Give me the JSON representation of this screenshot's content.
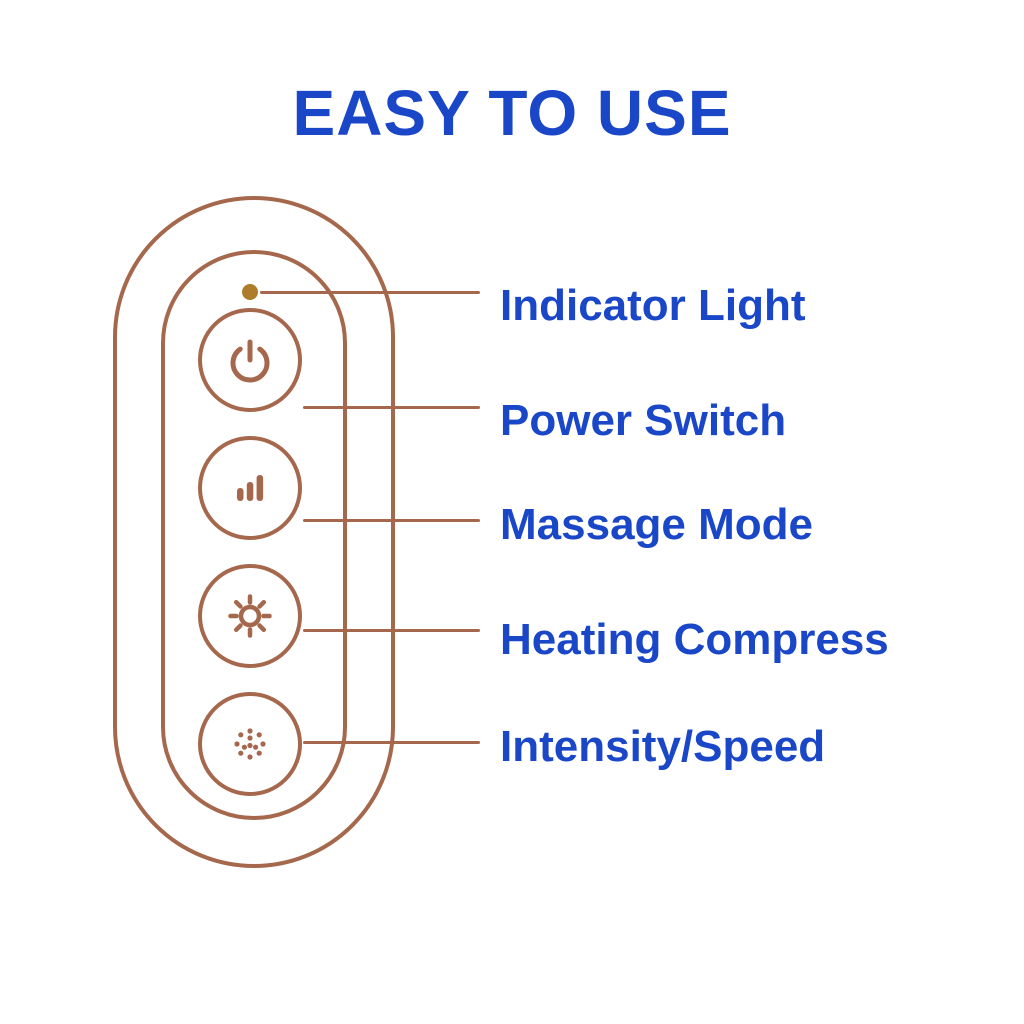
{
  "title": "EASY TO USE",
  "colors": {
    "accent_blue": "#1A46C8",
    "outline_brown": "#A5684C",
    "indicator_gold": "#AD7D2B",
    "background": "#ffffff"
  },
  "diagram": {
    "device": "massager remote control panel",
    "buttons": [
      {
        "icon": "power-icon",
        "label_ref": "Power Switch"
      },
      {
        "icon": "massage-mode-icon",
        "label_ref": "Massage Mode"
      },
      {
        "icon": "heating-icon",
        "label_ref": "Heating Compress"
      },
      {
        "icon": "intensity-icon",
        "label_ref": "Intensity/Speed"
      }
    ]
  },
  "labels": [
    {
      "text": "Indicator Light"
    },
    {
      "text": "Power Switch"
    },
    {
      "text": "Massage Mode"
    },
    {
      "text": "Heating Compress"
    },
    {
      "text": "Intensity/Speed"
    }
  ]
}
